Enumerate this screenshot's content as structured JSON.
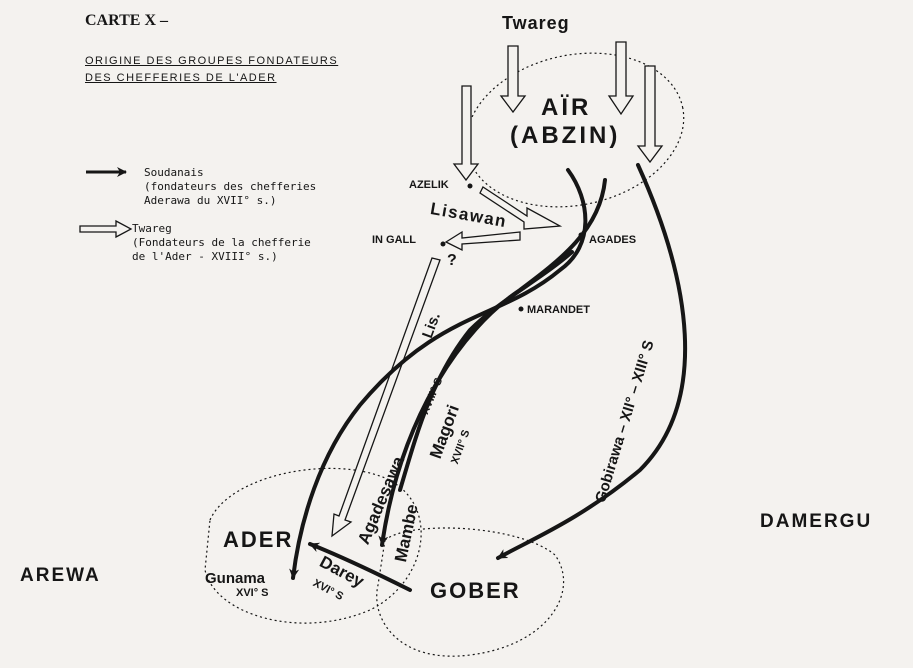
{
  "map": {
    "title": "CARTE X –",
    "subtitle_line1": "ORIGINE DES GROUPES FONDATEURS",
    "subtitle_line2": "DES CHEFFERIES DE L'ADER",
    "legend": [
      {
        "symbol": "black-arrow",
        "line1": "Soudanais",
        "line2": "(fondateurs des chefferies",
        "line3": "Aderawa du XVII° s.)"
      },
      {
        "symbol": "hollow-arrow",
        "line1": "Twareg",
        "line2": "(Fondateurs de la chefferie",
        "line3": "de l'Ader - XVIII° s.)"
      }
    ],
    "regions": {
      "twareg": "Twareg",
      "air_line1": "AÏR",
      "air_line2": "(ABZIN)",
      "ader": "ADER",
      "gober": "GOBER",
      "arewa": "AREWA",
      "damergu": "DAMERGU"
    },
    "places": {
      "azelik": "AZELIK",
      "agades": "AGADES",
      "in_gall": "IN GALL",
      "marandet": "MARANDET",
      "question": "?"
    },
    "routes": {
      "lisawan": "Lisawan",
      "lis": "Lis.",
      "agadesawa": "Agadesawa",
      "agadesawa_century": "XVIII° S",
      "magori": "Magori",
      "magori_century": "XVII° S",
      "mambe": "Mambe",
      "gobirawa": "Gobirawa – XII° – XIII° S",
      "gunama": "Gunama",
      "gunama_century": "XVI° S",
      "darey": "Darey",
      "darey_century": "XVI° S"
    },
    "colors": {
      "ink": "#161616",
      "paper": "#f4f2ef"
    }
  }
}
